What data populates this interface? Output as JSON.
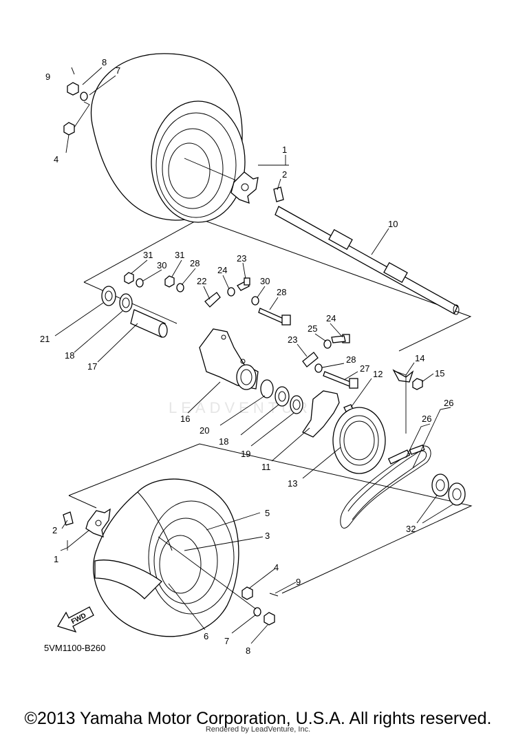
{
  "diagram": {
    "drawing_code": "5VM1100-B260",
    "watermark": "LEADVENTURE",
    "fwd_label": "FWD",
    "copyright": "©2013 Yamaha Motor Corporation, U.S.A. All rights reserved.",
    "rendered_by": "Rendered by LeadVenture, Inc.",
    "callouts": [
      "1",
      "1",
      "2",
      "2",
      "3",
      "4",
      "4",
      "5",
      "6",
      "7",
      "7",
      "8",
      "8",
      "9",
      "9",
      "10",
      "11",
      "12",
      "13",
      "14",
      "15",
      "16",
      "17",
      "18",
      "18",
      "19",
      "20",
      "21",
      "22",
      "22",
      "23",
      "23",
      "24",
      "24",
      "25",
      "26",
      "27",
      "28",
      "28",
      "29",
      "30",
      "30",
      "31",
      "31",
      "32"
    ]
  }
}
